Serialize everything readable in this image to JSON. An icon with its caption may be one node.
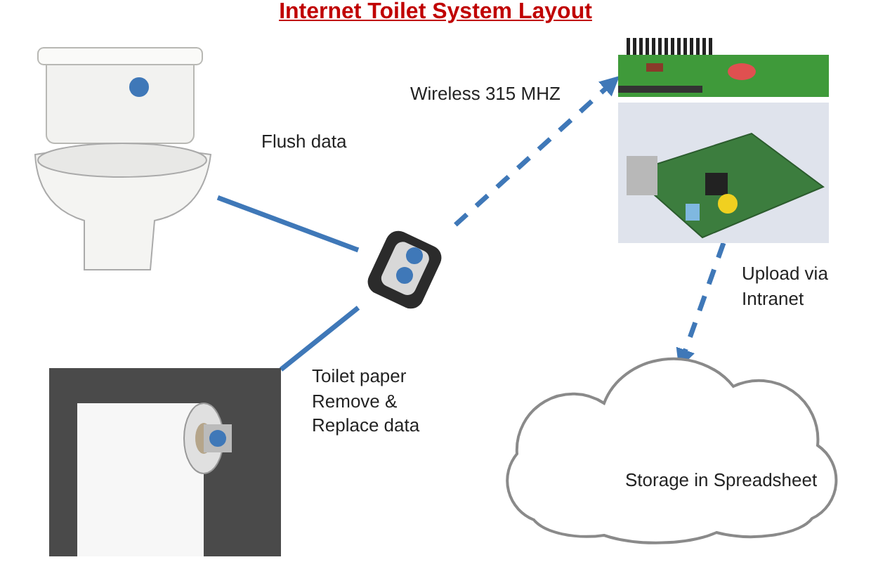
{
  "diagram": {
    "title": "Internet Toilet System Layout",
    "nodes": [
      {
        "text": [],
        "shape": "picture"
      },
      {
        "text": [],
        "shape": "picture"
      },
      {
        "text": [],
        "shape": "picture"
      },
      {
        "text": [],
        "shape": "picture"
      },
      {
        "text": [],
        "shape": "picture"
      },
      {
        "text": [
          "Storage in Spreadsheet"
        ]
      }
    ],
    "edges": [
      {
        "from": 0,
        "to": 2,
        "arrow": "none",
        "label": "Flush data"
      },
      {
        "from": 1,
        "to": 2,
        "arrow": "none",
        "label": "Toilet paper Remove & Replace data"
      },
      {
        "from": 2,
        "to": 3,
        "arrow": "to",
        "label": "Wireless 315 MHZ",
        "style": "dashed"
      },
      {
        "from": 4,
        "to": 5,
        "arrow": "to",
        "label": "Upload via Intranet",
        "style": "dashed"
      }
    ]
  }
}
